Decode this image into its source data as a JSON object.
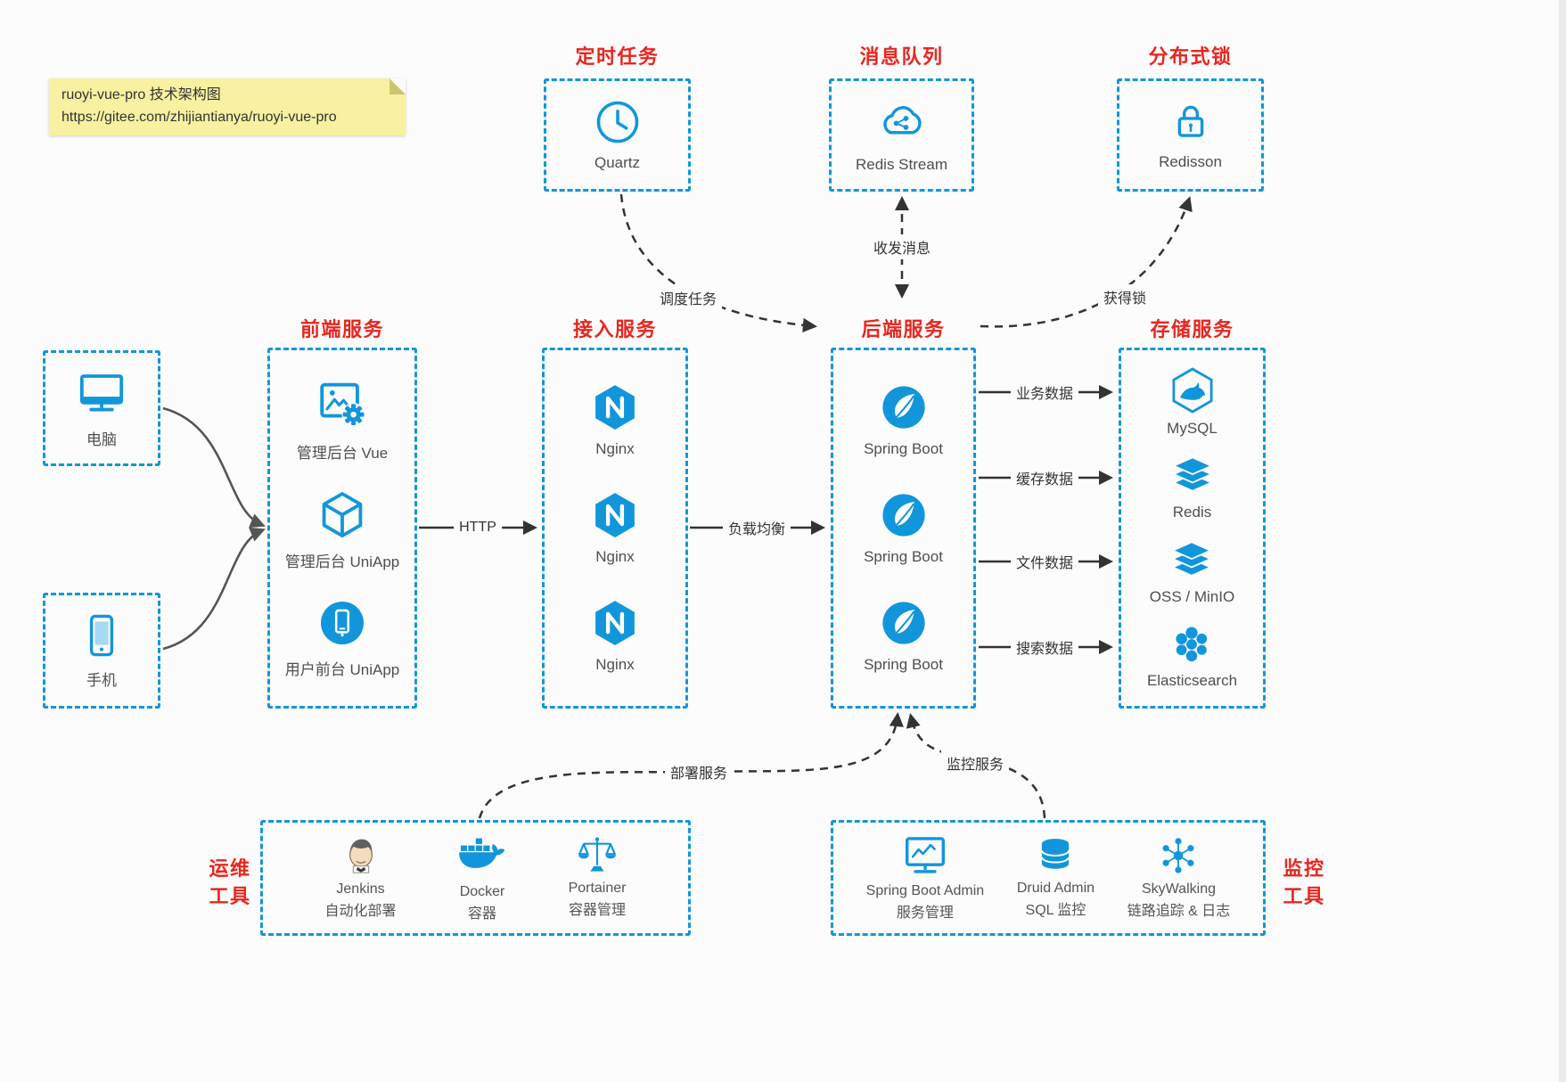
{
  "colors": {
    "accent": "#1296db",
    "title_red": "#e8261f",
    "arrow": "#333333"
  },
  "note": {
    "line1": "ruoyi-vue-pro 技术架构图",
    "line2": "https://gitee.com/zhijiantianya/ruoyi-vue-pro"
  },
  "top": {
    "scheduler": {
      "title": "定时任务",
      "item": "Quartz"
    },
    "mq": {
      "title": "消息队列",
      "item": "Redis Stream"
    },
    "lock": {
      "title": "分布式锁",
      "item": "Redisson"
    }
  },
  "clients": {
    "pc": "电脑",
    "phone": "手机"
  },
  "frontend": {
    "title": "前端服务",
    "items": [
      "管理后台 Vue",
      "管理后台 UniApp",
      "用户前台 UniApp"
    ]
  },
  "gateway": {
    "title": "接入服务",
    "items": [
      "Nginx",
      "Nginx",
      "Nginx"
    ]
  },
  "backend": {
    "title": "后端服务",
    "items": [
      "Spring Boot",
      "Spring Boot",
      "Spring Boot"
    ]
  },
  "storage": {
    "title": "存储服务",
    "items": [
      "MySQL",
      "Redis",
      "OSS / MinIO",
      "Elasticsearch"
    ]
  },
  "edges": {
    "http": "HTTP",
    "load_balance": "负载均衡",
    "business": "业务数据",
    "cache": "缓存数据",
    "file": "文件数据",
    "search": "搜索数据",
    "schedule": "调度任务",
    "message": "收发消息",
    "lock": "获得锁",
    "deploy": "部署服务",
    "monitor": "监控服务"
  },
  "ops": {
    "title_line1": "运维",
    "title_line2": "工具",
    "items": [
      {
        "name": "Jenkins",
        "desc": "自动化部署"
      },
      {
        "name": "Docker",
        "desc": "容器"
      },
      {
        "name": "Portainer",
        "desc": "容器管理"
      }
    ]
  },
  "monitoring": {
    "title_line1": "监控",
    "title_line2": "工具",
    "items": [
      {
        "name": "Spring Boot Admin",
        "desc": "服务管理"
      },
      {
        "name": "Druid Admin",
        "desc": "SQL 监控"
      },
      {
        "name": "SkyWalking",
        "desc": "链路追踪 & 日志"
      }
    ]
  }
}
